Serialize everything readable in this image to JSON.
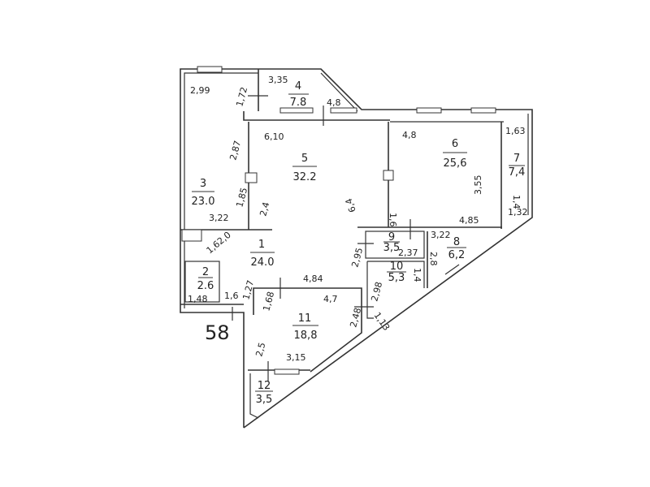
{
  "plan_label": "58",
  "rooms": [
    {
      "number": "1",
      "area": "24.0"
    },
    {
      "number": "2",
      "area": "2.6"
    },
    {
      "number": "3",
      "area": "23.0"
    },
    {
      "number": "4",
      "area": "7.8"
    },
    {
      "number": "5",
      "area": "32.2"
    },
    {
      "number": "6",
      "area": "25,6"
    },
    {
      "number": "7",
      "area": "7,4"
    },
    {
      "number": "8",
      "area": "6,2"
    },
    {
      "number": "9",
      "area": "3,5"
    },
    {
      "number": "10",
      "area": "5,3"
    },
    {
      "number": "11",
      "area": "18,8"
    },
    {
      "number": "12",
      "area": "3,5"
    }
  ],
  "dimensions": [
    "2,99",
    "3,35",
    "1,72",
    "4,8",
    "6,10",
    "2,87",
    "1,85",
    "2,4",
    "3,22",
    "6,4",
    "4,8",
    "1,63",
    "3,55",
    "1,6",
    "4,85",
    "1,4",
    "1,32",
    "3,22",
    "2,37",
    "2,8",
    "2,95",
    "1,62,0",
    "1,48",
    "1,6",
    "1,27",
    "4,84",
    "1,68",
    "4,7",
    "2,98",
    "2,48",
    "1,13",
    "2,5",
    "3,15",
    "1,4"
  ]
}
